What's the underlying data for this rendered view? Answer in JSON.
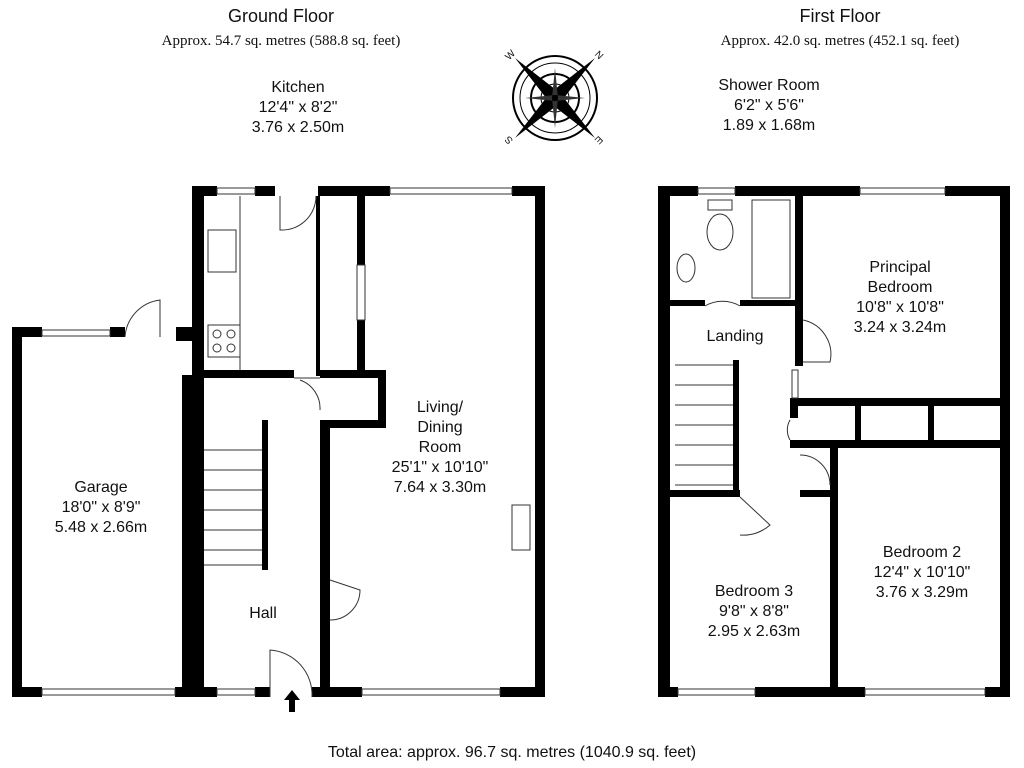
{
  "ground_floor": {
    "title": "Ground Floor",
    "area": "Approx. 54.7 sq. metres (588.8 sq. feet)",
    "rooms": [
      {
        "name": "Kitchen",
        "imperial": "12'4\" x 8'2\"",
        "metric": "3.76 x 2.50m"
      },
      {
        "name": "Garage",
        "imperial": "18'0\" x 8'9\"",
        "metric": "5.48 x 2.66m"
      },
      {
        "name": "Living/",
        "name2": "Dining",
        "name3": "Room",
        "imperial": "25'1\" x 10'10\"",
        "metric": "7.64 x 3.30m"
      },
      {
        "name": "Hall"
      }
    ]
  },
  "first_floor": {
    "title": "First Floor",
    "area": "Approx. 42.0 sq. metres (452.1 sq. feet)",
    "rooms": [
      {
        "name": "Shower Room",
        "imperial": "6'2\" x 5'6\"",
        "metric": "1.89 x 1.68m"
      },
      {
        "name": "Principal",
        "name2": "Bedroom",
        "imperial": "10'8\" x 10'8\"",
        "metric": "3.24 x 3.24m"
      },
      {
        "name": "Landing"
      },
      {
        "name": "Bedroom 2",
        "imperial": "12'4\" x 10'10\"",
        "metric": "3.76 x 3.29m"
      },
      {
        "name": "Bedroom 3",
        "imperial": "9'8\" x 8'8\"",
        "metric": "2.95 x 2.63m"
      }
    ]
  },
  "compass": {
    "n": "N",
    "s": "S",
    "e": "E",
    "w": "W"
  },
  "total_area": "Total area: approx. 96.7 sq. metres (1040.9 sq. feet)",
  "colors": {
    "wall": "#000000",
    "fixture": "#555555"
  }
}
